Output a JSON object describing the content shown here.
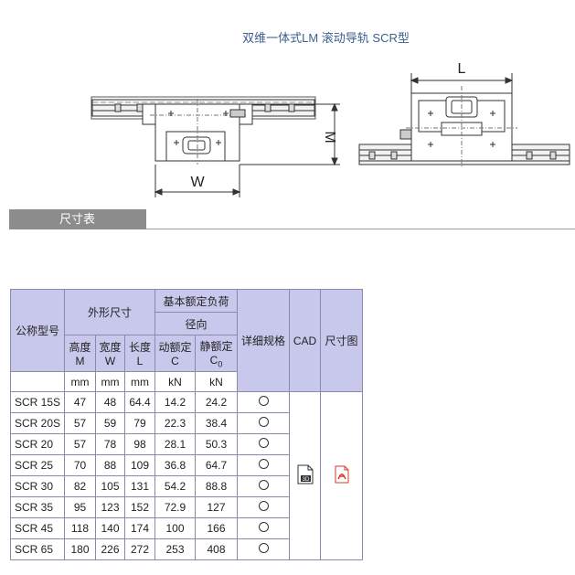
{
  "page_title": "双维一体式LM 滚动导轨 SCR型",
  "drawing": {
    "dim_L": "L",
    "dim_M": "M",
    "dim_W": "W"
  },
  "section_title": "尺寸表",
  "table": {
    "col_model": "公称型号",
    "group_outer": "外形尺寸",
    "group_load": "基本额定负荷",
    "group_radial": "径向",
    "col_height": "高度",
    "col_height_sym": "M",
    "col_width": "宽度",
    "col_width_sym": "W",
    "col_length": "长度",
    "col_length_sym": "L",
    "col_dynamic": "动额定",
    "col_dynamic_sym": "C",
    "col_static": "静额定",
    "col_static_sym": "C0",
    "col_spec": "详细规格",
    "col_cad": "CAD",
    "col_drawing": "尺寸图",
    "units": [
      "mm",
      "mm",
      "mm",
      "kN",
      "kN"
    ],
    "rows": [
      {
        "model": "SCR 15S",
        "M": "47",
        "W": "48",
        "L": "64.4",
        "C": "14.2",
        "C0": "24.2"
      },
      {
        "model": "SCR 20S",
        "M": "57",
        "W": "59",
        "L": "79",
        "C": "22.3",
        "C0": "38.4"
      },
      {
        "model": "SCR 20",
        "M": "57",
        "W": "78",
        "L": "98",
        "C": "28.1",
        "C0": "50.3"
      },
      {
        "model": "SCR 25",
        "M": "70",
        "W": "88",
        "L": "109",
        "C": "36.8",
        "C0": "64.7"
      },
      {
        "model": "SCR 30",
        "M": "82",
        "W": "105",
        "L": "131",
        "C": "54.2",
        "C0": "88.8"
      },
      {
        "model": "SCR 35",
        "M": "95",
        "W": "123",
        "L": "152",
        "C": "72.9",
        "C0": "127"
      },
      {
        "model": "SCR 45",
        "M": "118",
        "W": "140",
        "L": "174",
        "C": "100",
        "C0": "166"
      },
      {
        "model": "SCR 65",
        "M": "180",
        "W": "226",
        "L": "272",
        "C": "253",
        "C0": "408"
      }
    ],
    "cad_icon_text": "3D",
    "colors": {
      "header_bg": "#c8c8ec",
      "border": "#8a8aa8",
      "pdf_red": "#d83a2a"
    }
  }
}
